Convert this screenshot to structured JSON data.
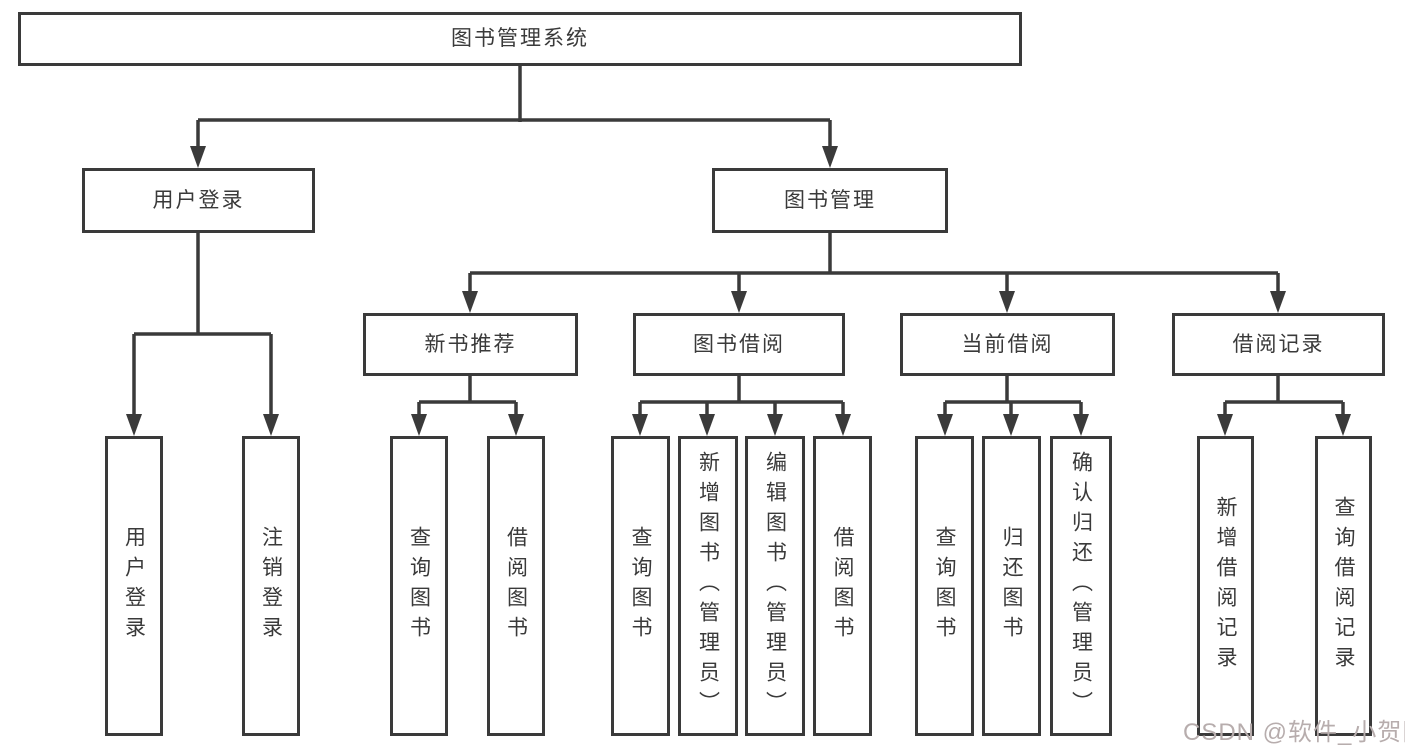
{
  "tree": {
    "label": "图书管理系统",
    "children": [
      {
        "label": "用户登录",
        "children": [
          {
            "label": "用户登录"
          },
          {
            "label": "注销登录"
          }
        ]
      },
      {
        "label": "图书管理",
        "children": [
          {
            "label": "新书推荐",
            "children": [
              {
                "label": "查询图书"
              },
              {
                "label": "借阅图书"
              }
            ]
          },
          {
            "label": "图书借阅",
            "children": [
              {
                "label": "查询图书"
              },
              {
                "label": "新增图书（管理员）"
              },
              {
                "label": "编辑图书（管理员）"
              },
              {
                "label": "借阅图书"
              }
            ]
          },
          {
            "label": "当前借阅",
            "children": [
              {
                "label": "查询图书"
              },
              {
                "label": "归还图书"
              },
              {
                "label": "确认归还（管理员）"
              }
            ]
          },
          {
            "label": "借阅记录",
            "children": [
              {
                "label": "新增借阅记录"
              },
              {
                "label": "查询借阅记录"
              }
            ]
          }
        ]
      }
    ]
  },
  "watermark": "CSDN @软件_小贺同学",
  "colors": {
    "line": "#3a3a3a",
    "text": "#3a3a3a",
    "box_background": "#ffffff",
    "watermark": "#b7adad",
    "background": "#ffffff"
  }
}
